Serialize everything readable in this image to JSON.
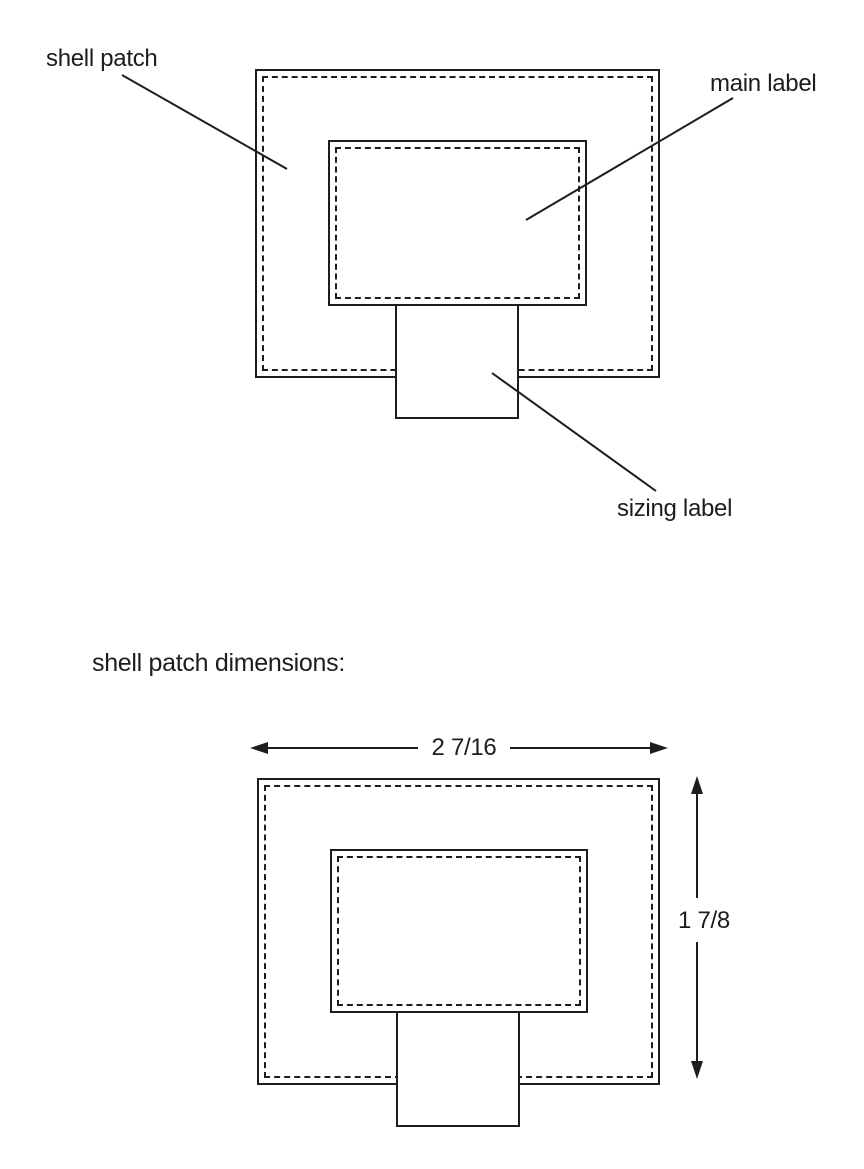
{
  "page": {
    "background_color": "#ffffff",
    "ink_color": "#1d1d1d"
  },
  "figure_parts": {
    "labels": {
      "shell_patch": "shell patch",
      "main_label": "main label",
      "sizing_label": "sizing label"
    }
  },
  "figure_dimensions": {
    "heading": "shell patch dimensions:",
    "width_value": "2 7/16",
    "height_value": "1 7/8"
  }
}
